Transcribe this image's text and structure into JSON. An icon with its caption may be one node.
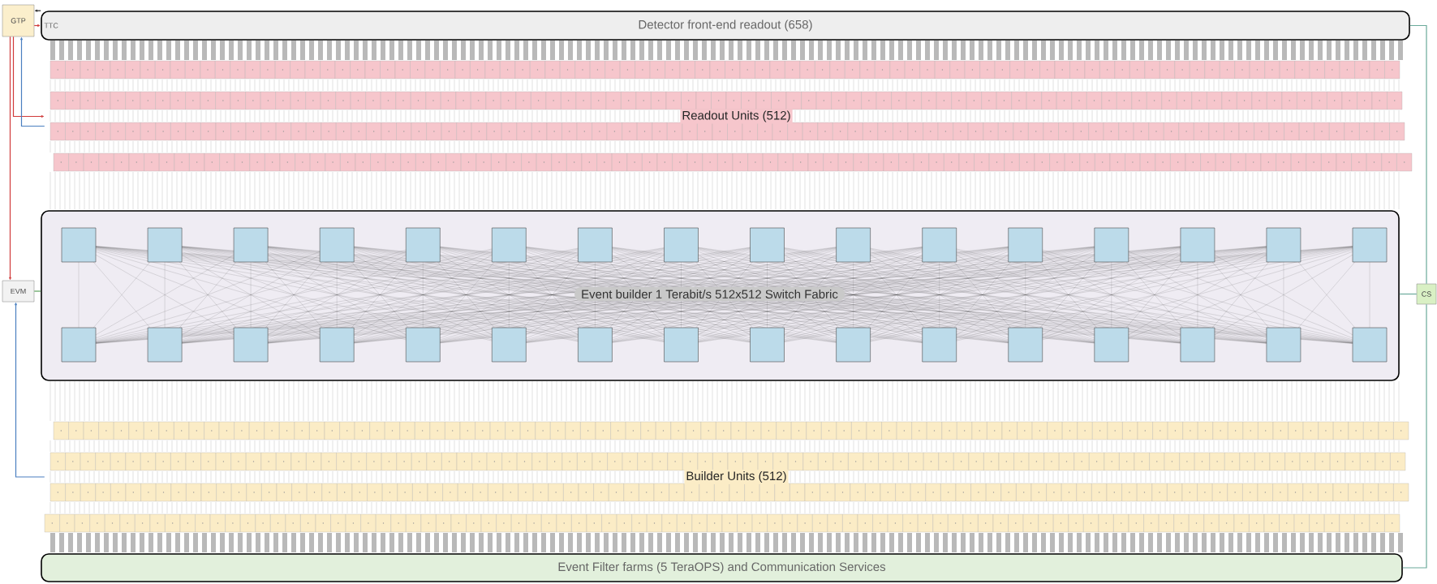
{
  "diagram": {
    "nodes": [
      {
        "text": [
          "Detector front-end readout (658)"
        ]
      },
      {
        "text": [
          "Readout Units (512)"
        ]
      },
      {
        "text": [
          "Event builder 1 Terabit/s 512x512 Switch Fabric"
        ]
      },
      {
        "text": [
          "Builder Units (512)"
        ]
      },
      {
        "text": [
          "Event Filter farms (5 TeraOPS) and Communication Services"
        ]
      },
      {
        "text": [
          "GTP"
        ]
      },
      {
        "text": [
          "EVM"
        ]
      },
      {
        "text": [
          "CS"
        ]
      }
    ],
    "edges": [
      {
        "from": 0,
        "to": 5,
        "arrow": "to",
        "color": "#222222"
      },
      {
        "from": 5,
        "to": 0,
        "arrow": "to",
        "color": "#d03a3a",
        "label": "TTC"
      },
      {
        "from": 5,
        "to": 1,
        "arrow": "to",
        "color": "#d03a3a"
      },
      {
        "from": 1,
        "to": 5,
        "arrow": "to",
        "color": "#4a7fc0"
      },
      {
        "from": 5,
        "to": 6,
        "arrow": "to",
        "color": "#d03a3a"
      },
      {
        "from": 3,
        "to": 6,
        "arrow": "to",
        "color": "#4a7fc0"
      },
      {
        "from": 6,
        "to": 2,
        "arrow": "none",
        "color": "#5aa05a"
      },
      {
        "from": 7,
        "to": 2,
        "arrow": "none",
        "color": "#6aaa9a"
      },
      {
        "from": 7,
        "to": 0,
        "arrow": "none",
        "color": "#6aaa9a"
      },
      {
        "from": 7,
        "to": 4,
        "arrow": "none",
        "color": "#6aaa9a"
      }
    ]
  }
}
